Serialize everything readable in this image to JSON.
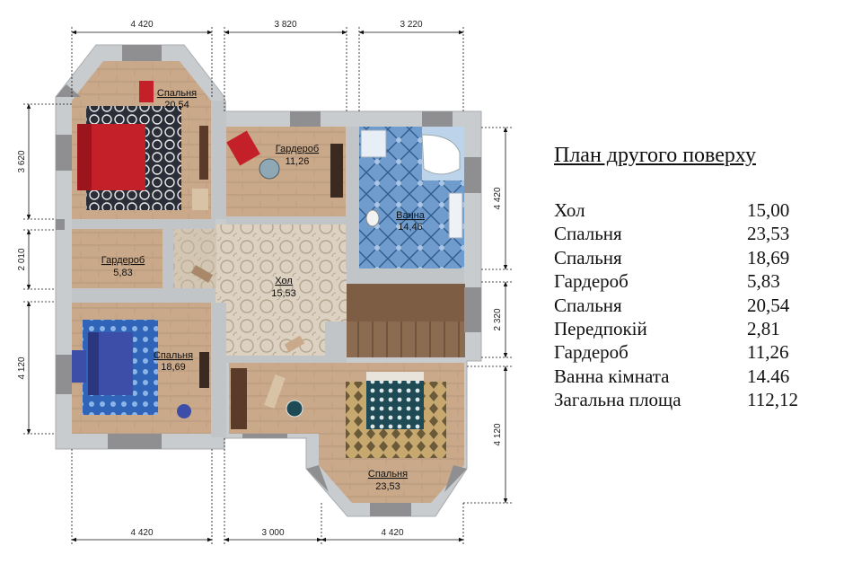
{
  "dimensions": {
    "top": [
      "4 420",
      "3 820",
      "3 220"
    ],
    "bottom": [
      "4 420",
      "3 000",
      "4 420"
    ],
    "left": [
      "3 620",
      "2 010",
      "4 120"
    ],
    "right": [
      "4 420",
      "2 320",
      "4 120"
    ]
  },
  "rooms": {
    "bedroom_top_left": {
      "name": "Спальня",
      "area": "20,54"
    },
    "wardrobe_top": {
      "name": "Гардероб",
      "area": "11,26"
    },
    "bathroom": {
      "name": "Ванна",
      "area": "14,46"
    },
    "wardrobe_left": {
      "name": "Гардероб",
      "area": "5,83"
    },
    "hall": {
      "name": "Хол",
      "area": "15,53"
    },
    "bedroom_bottom_left": {
      "name": "Спальня",
      "area": "18,69"
    },
    "bedroom_bottom_right": {
      "name": "Спальня",
      "area": "23,53"
    }
  },
  "legend": {
    "title": "План другого поверху",
    "items": [
      {
        "name": "Хол",
        "value": "15,00"
      },
      {
        "name": "Спальня",
        "value": "23,53"
      },
      {
        "name": "Спальня",
        "value": "18,69"
      },
      {
        "name": "Гардероб",
        "value": "5,83"
      },
      {
        "name": "Спальня",
        "value": "20,54"
      },
      {
        "name": "Передпокій",
        "value": "2,81"
      },
      {
        "name": "Гардероб",
        "value": "11,26"
      },
      {
        "name": "Ванна кімната",
        "value": "14.46"
      },
      {
        "name": "Загальна площа",
        "value": "112,12"
      }
    ]
  },
  "colors": {
    "wall": "#c9ccce",
    "wall_dark": "#8f8f91",
    "wood_floor": "#c9a98a",
    "hall_floor": "#d8cbb8",
    "bath_tile": "#5f8fc4",
    "bed_red": "#c4202a",
    "bed_blue": "#3d4ea8",
    "stairs": "#8a6a4e"
  }
}
